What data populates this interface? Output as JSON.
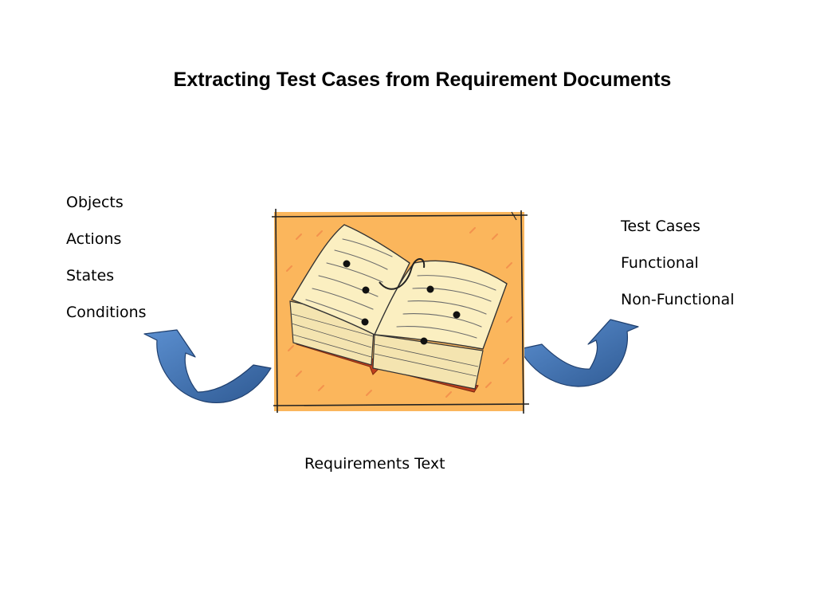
{
  "slide": {
    "title": "Extracting Test Cases from Requirement Documents"
  },
  "inputs": {
    "items": [
      "Objects",
      "Actions",
      "States",
      "Conditions"
    ]
  },
  "outputs": {
    "items": [
      "Test Cases",
      "Functional",
      "Non-Functional"
    ]
  },
  "source": {
    "caption": "Requirements Text",
    "icon": "open-book-icon"
  },
  "colors": {
    "frame_fill": "#fbb65c",
    "arrow_fill": "#4f81bd",
    "arrow_dark": "#2d5488",
    "page_fill": "#fbefc1",
    "book_cover": "#c0401e"
  }
}
